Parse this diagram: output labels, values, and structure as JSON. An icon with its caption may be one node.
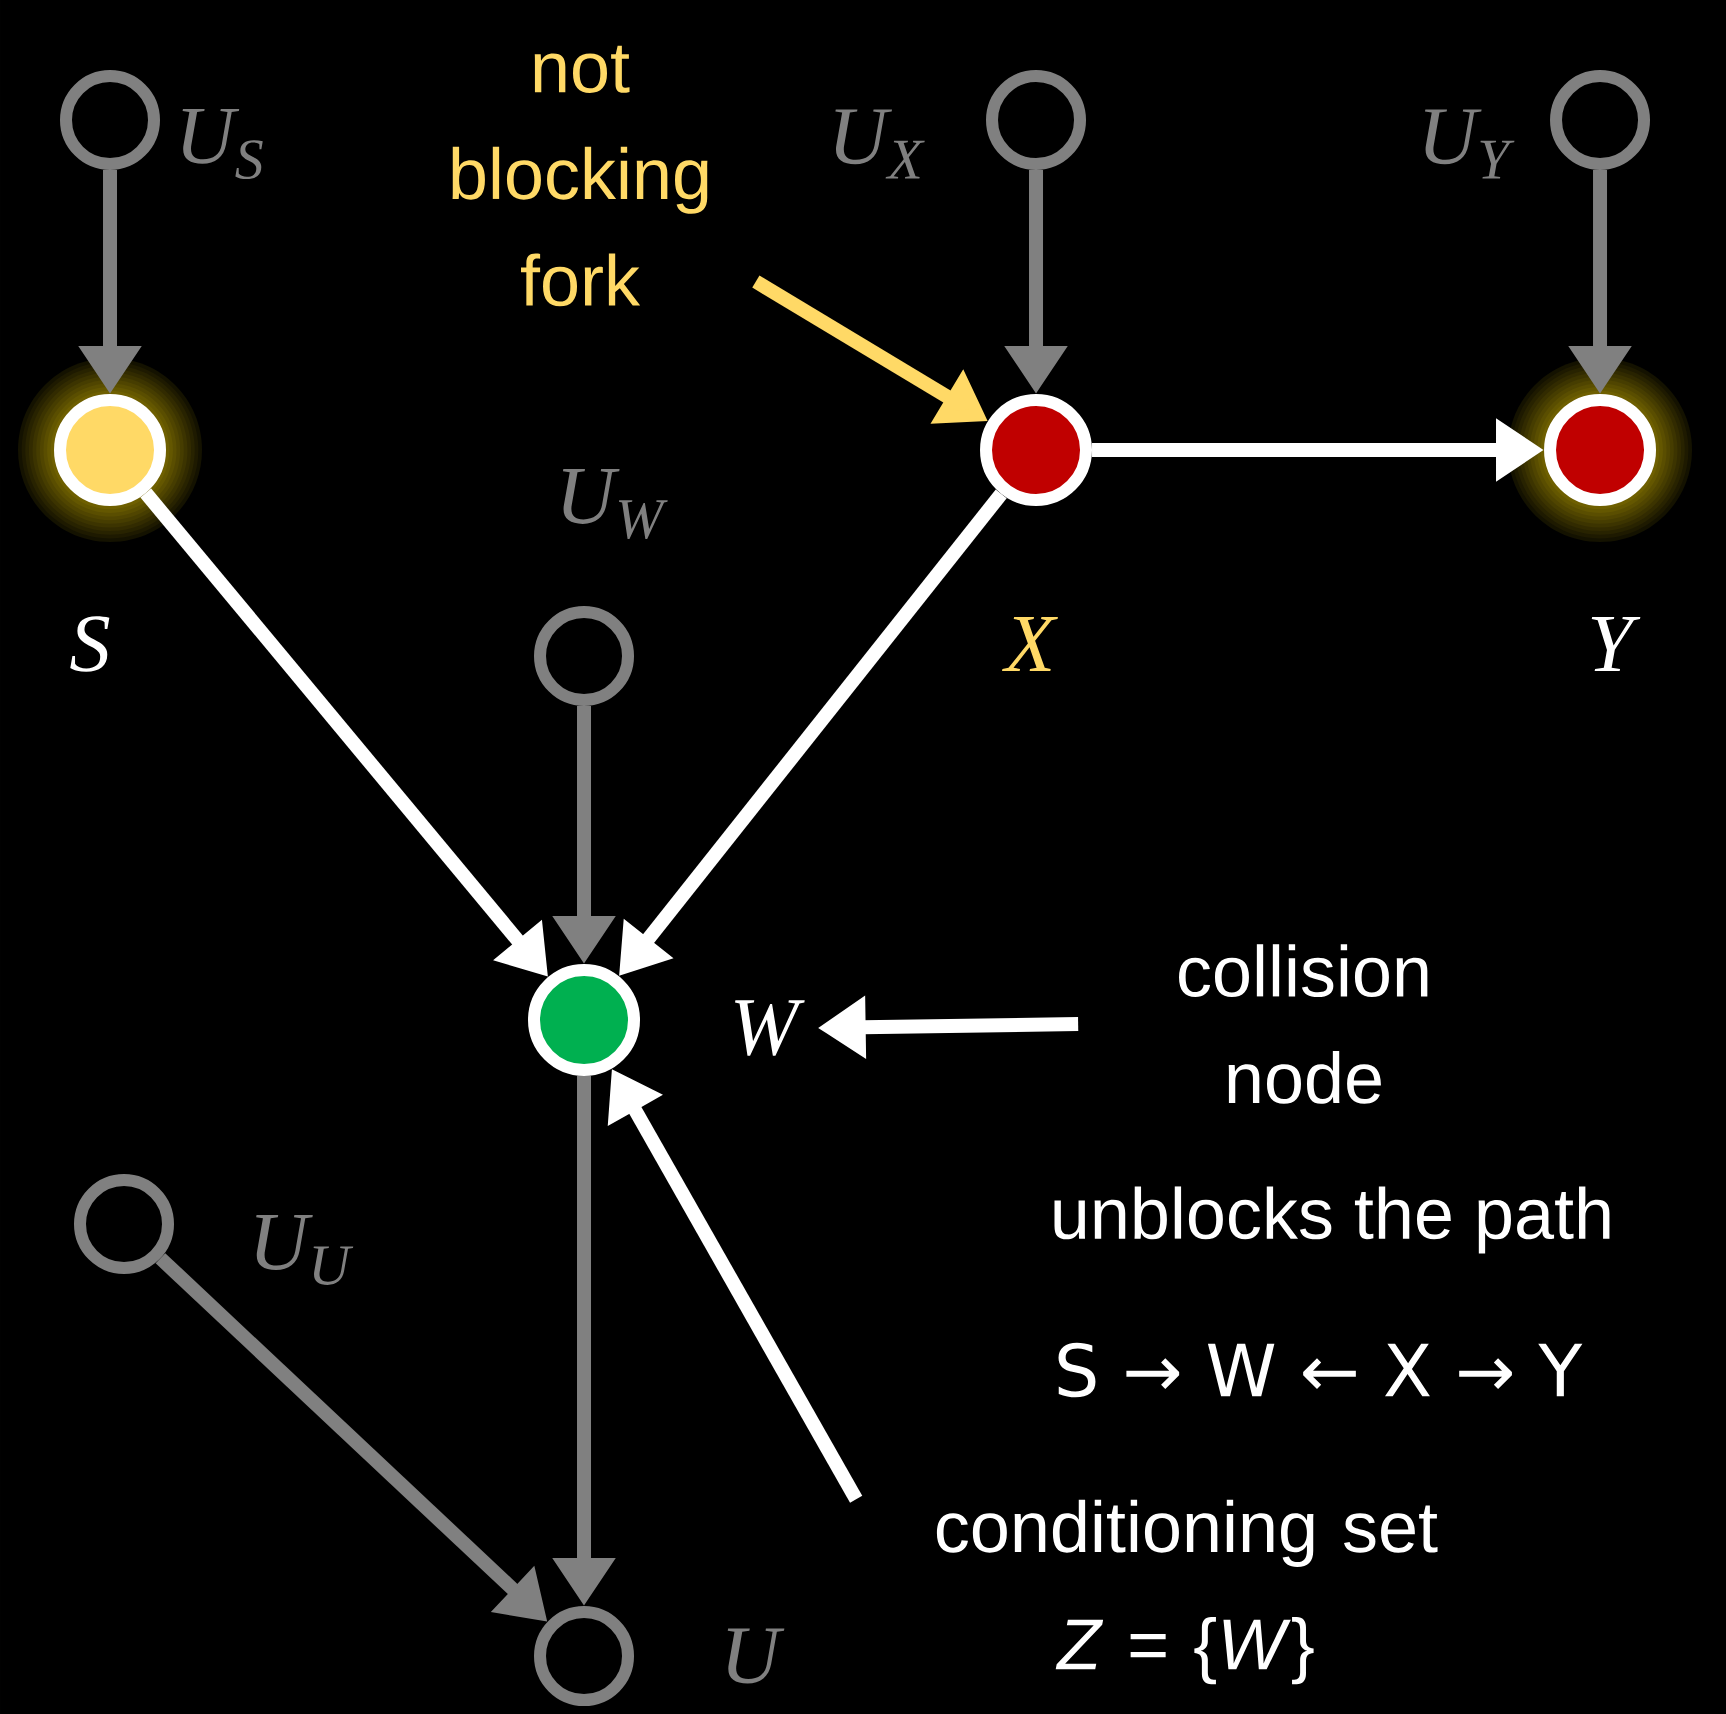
{
  "diagram": {
    "nodes": [
      {
        "text": [],
        "shape": "circle",
        "beside": [
          "U$_{S}$"
        ]
      },
      {
        "text": [],
        "shape": "circle",
        "beside": [
          "U$_{X}$"
        ]
      },
      {
        "text": [],
        "shape": "circle",
        "beside": [
          "U$_{Y}$"
        ]
      },
      {
        "text": [],
        "shape": "circle",
        "beside": [
          "S"
        ]
      },
      {
        "text": [],
        "shape": "circle",
        "beside": [
          "X"
        ]
      },
      {
        "text": [],
        "shape": "circle",
        "beside": [
          "Y"
        ]
      },
      {
        "text": [],
        "shape": "circle",
        "beside": [
          "U$_{W}$"
        ]
      },
      {
        "text": [],
        "shape": "circle",
        "beside": [
          "W"
        ]
      },
      {
        "text": [],
        "shape": "circle",
        "beside": [
          "U$_{U}$"
        ]
      },
      {
        "text": [],
        "shape": "circle",
        "beside": [
          "U"
        ]
      },
      {
        "text": [
          "not blocking fork"
        ]
      },
      {
        "text": [
          "collision node"
        ]
      },
      {
        "text": [
          "conditioning set",
          "*Z* = {*W*}"
        ]
      }
    ],
    "edges": [
      {
        "from": 0,
        "to": 3,
        "arrow": "to"
      },
      {
        "from": 1,
        "to": 4,
        "arrow": "to"
      },
      {
        "from": 2,
        "to": 5,
        "arrow": "to"
      },
      {
        "from": 3,
        "to": 7,
        "arrow": "to",
        "color": "#ffffff"
      },
      {
        "from": 4,
        "to": 5,
        "arrow": "to",
        "color": "#ffffff"
      },
      {
        "from": 4,
        "to": 7,
        "arrow": "to",
        "color": "#ffffff"
      },
      {
        "from": 6,
        "to": 7,
        "arrow": "to"
      },
      {
        "from": 7,
        "to": 9,
        "arrow": "to"
      },
      {
        "from": 8,
        "to": 9,
        "arrow": "to"
      },
      {
        "from": 10,
        "to": 4,
        "arrow": "to",
        "color": "#ffd966"
      },
      {
        "from": 11,
        "to": 7,
        "arrow": "to",
        "color": "#ffffff"
      },
      {
        "from": 12,
        "to": 7,
        "arrow": "to",
        "color": "#ffffff"
      }
    ],
    "labels": [
      "unblocks the path",
      "S → W ← X → Y"
    ]
  }
}
